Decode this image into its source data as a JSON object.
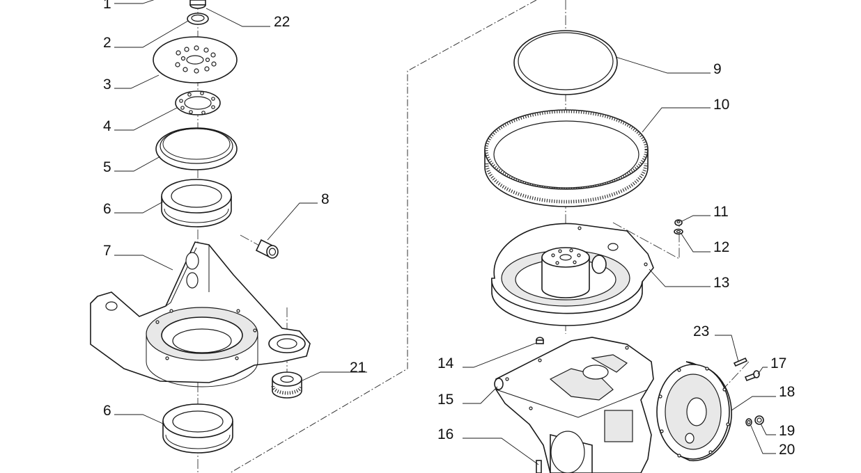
{
  "callouts": [
    {
      "id": "c1",
      "text": "1"
    },
    {
      "id": "c2",
      "text": "2"
    },
    {
      "id": "c3",
      "text": "3"
    },
    {
      "id": "c4",
      "text": "4"
    },
    {
      "id": "c5",
      "text": "5"
    },
    {
      "id": "c6a",
      "text": "6"
    },
    {
      "id": "c6b",
      "text": "6"
    },
    {
      "id": "c7",
      "text": "7"
    },
    {
      "id": "c8",
      "text": "8"
    },
    {
      "id": "c9",
      "text": "9"
    },
    {
      "id": "c10",
      "text": "10"
    },
    {
      "id": "c11",
      "text": "11"
    },
    {
      "id": "c12",
      "text": "12"
    },
    {
      "id": "c13",
      "text": "13"
    },
    {
      "id": "c14",
      "text": "14"
    },
    {
      "id": "c15",
      "text": "15"
    },
    {
      "id": "c16",
      "text": "16"
    },
    {
      "id": "c17",
      "text": "17"
    },
    {
      "id": "c18",
      "text": "18"
    },
    {
      "id": "c19",
      "text": "19"
    },
    {
      "id": "c20",
      "text": "20"
    },
    {
      "id": "c21",
      "text": "21"
    },
    {
      "id": "c22",
      "text": "22"
    },
    {
      "id": "c23",
      "text": "23"
    }
  ],
  "colors": {
    "line": "#1a1a1a",
    "background": "#ffffff"
  }
}
